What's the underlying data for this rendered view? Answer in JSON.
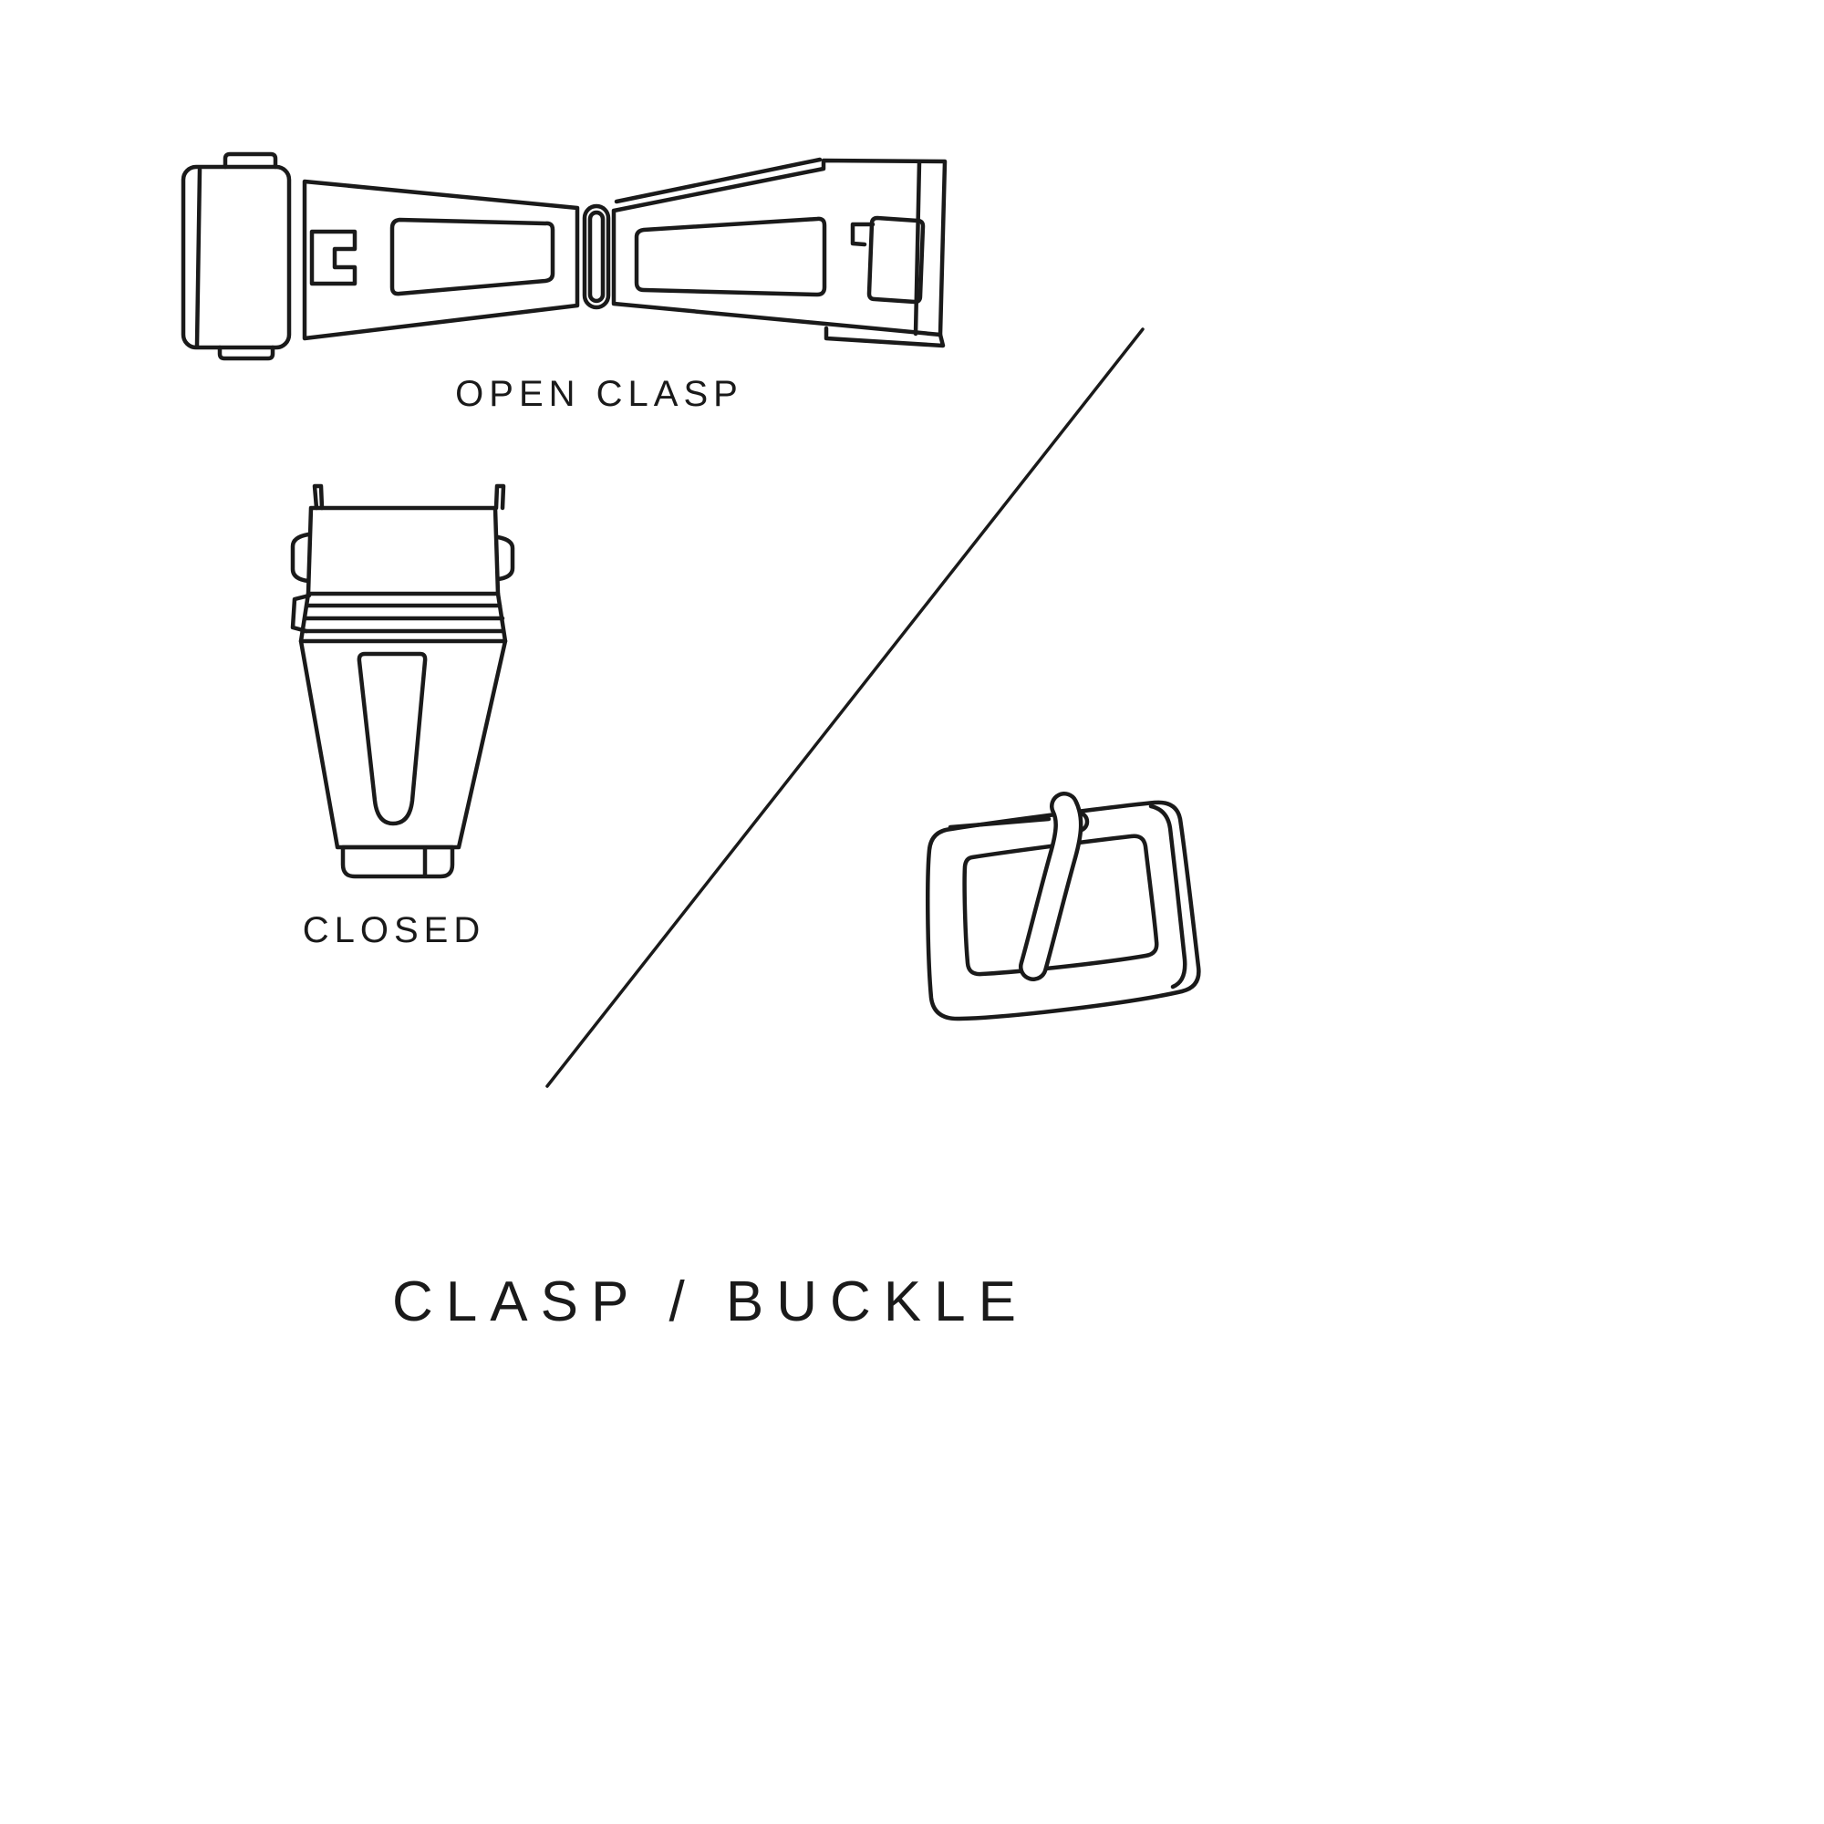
{
  "page": {
    "background_color": "#ffffff",
    "line_color": "#1a1a1a"
  },
  "labels": {
    "open_clasp": "OPEN CLASP",
    "closed": "CLOSED"
  },
  "title": "CLASP / BUCKLE",
  "illustrations": {
    "open_clasp": "open-clasp-drawing",
    "closed_clasp": "closed-clasp-drawing",
    "buckle": "tang-buckle-drawing",
    "divider": "diagonal-divider-line"
  }
}
